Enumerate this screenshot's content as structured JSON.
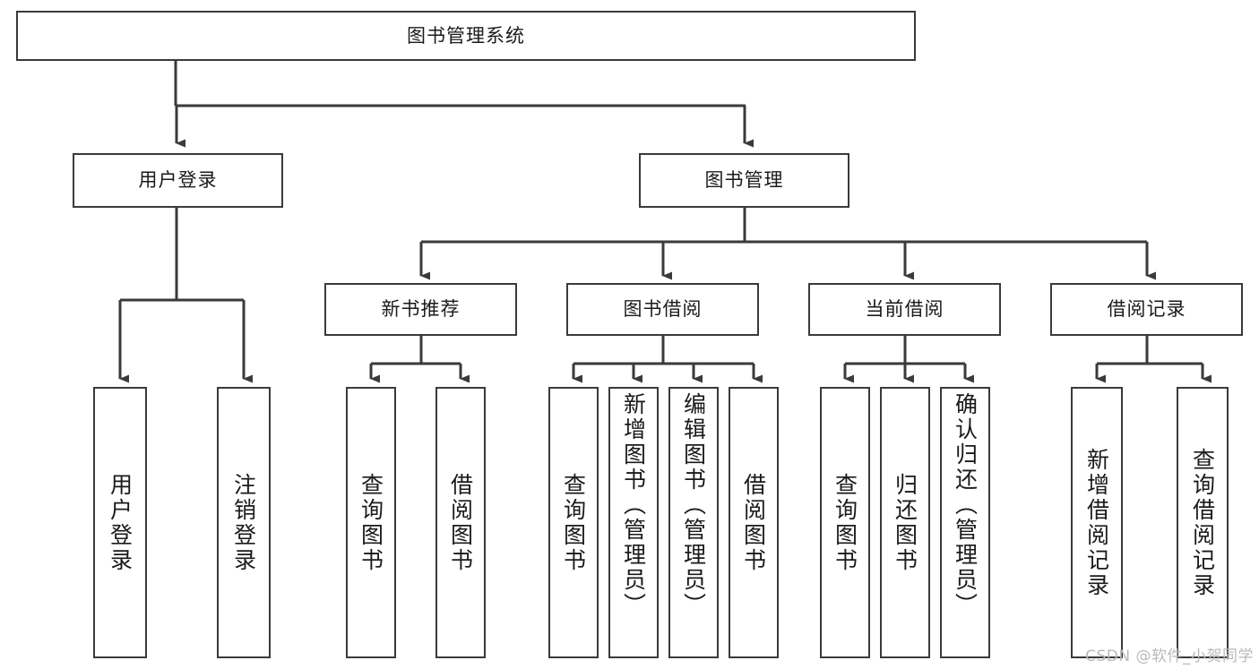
{
  "diagram": {
    "title": "图书管理系统",
    "type": "hierarchy-tree",
    "root": {
      "id": "root",
      "label": "图书管理系统"
    },
    "level2": [
      {
        "id": "user-login",
        "label": "用户登录"
      },
      {
        "id": "book-management",
        "label": "图书管理"
      }
    ],
    "level3": [
      {
        "id": "new-book-recommend",
        "label": "新书推荐"
      },
      {
        "id": "book-borrow",
        "label": "图书借阅"
      },
      {
        "id": "current-borrow",
        "label": "当前借阅"
      },
      {
        "id": "borrow-record",
        "label": "借阅记录"
      }
    ],
    "leaves": {
      "user_login": [
        {
          "id": "leaf-user-login",
          "label": "用户登录"
        },
        {
          "id": "leaf-logout-login",
          "label": "注销登录"
        }
      ],
      "new_book_recommend": [
        {
          "id": "leaf-query-book-1",
          "label": "查询图书"
        },
        {
          "id": "leaf-borrow-book-1",
          "label": "借阅图书"
        }
      ],
      "book_borrow": [
        {
          "id": "leaf-query-book-2",
          "label": "查询图书"
        },
        {
          "id": "leaf-add-book-admin",
          "label": "新增图书（管理员）"
        },
        {
          "id": "leaf-edit-book-admin",
          "label": "编辑图书（管理员）"
        },
        {
          "id": "leaf-borrow-book-2",
          "label": "借阅图书"
        }
      ],
      "current_borrow": [
        {
          "id": "leaf-query-book-3",
          "label": "查询图书"
        },
        {
          "id": "leaf-return-book",
          "label": "归还图书"
        },
        {
          "id": "leaf-confirm-return-admin",
          "label": "确认归还（管理员）"
        }
      ],
      "borrow_record": [
        {
          "id": "leaf-add-borrow-record",
          "label": "新增借阅记录"
        },
        {
          "id": "leaf-query-borrow-record",
          "label": "查询借阅记录"
        }
      ]
    }
  },
  "watermark": {
    "text": "CSDN @软件_小贺同学"
  },
  "colors": {
    "stroke": "#3a3a3a",
    "fill": "#ffffff",
    "text": "#1a1a1a",
    "watermark": "#b9b9b9"
  }
}
